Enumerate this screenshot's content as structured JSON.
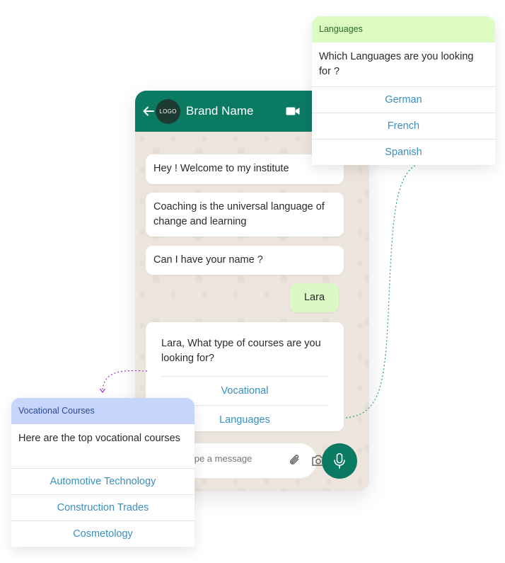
{
  "header": {
    "logo_text": "LOGO",
    "brand_name": "Brand Name"
  },
  "messages": {
    "welcome": "Hey ! Welcome to my institute",
    "coaching": "Coaching is the universal language of change and learning",
    "ask_name": "Can I have your name ?",
    "user_reply": "Lara",
    "course_question": "Lara, What type of courses are you looking for?",
    "course_options": [
      "Vocational",
      "Languages"
    ]
  },
  "input": {
    "placeholder": "Type a message"
  },
  "languages_card": {
    "tag": "Languages",
    "question": "Which Languages are you looking for ?",
    "options": [
      "German",
      "French",
      "Spanish"
    ]
  },
  "vocational_card": {
    "tag": "Vocational Courses",
    "message": "Here are the top vocational courses",
    "options": [
      "Automotive Technology",
      "Construction Trades",
      "Cosmetology"
    ]
  },
  "colors": {
    "header_green": "#0b7a62",
    "chat_bg": "#ece5dd",
    "outgoing_bubble": "#dcf8c6",
    "option_blue": "#3a8fbf",
    "languages_tag_bg": "#dcfcc4",
    "vocational_tag_bg": "#c7d4fb"
  },
  "icons": [
    "back-arrow-icon",
    "video-icon",
    "paperclip-icon",
    "camera-icon",
    "microphone-icon"
  ]
}
